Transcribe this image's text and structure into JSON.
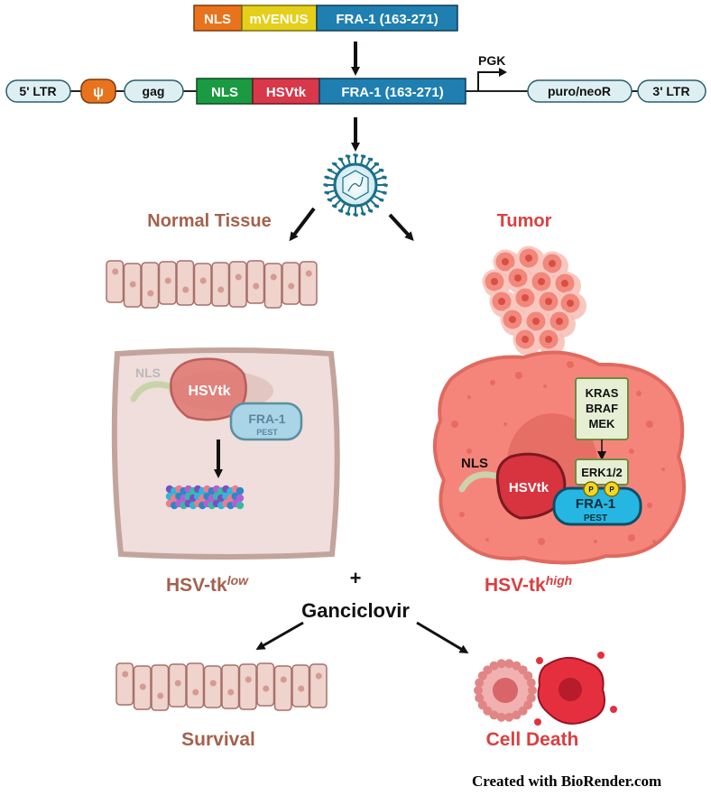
{
  "construct_top": {
    "nls": "NLS",
    "mvenus": "mVENUS",
    "fra1": "FRA-1 (163-271)"
  },
  "construct_vector": {
    "ltr5": "5' LTR",
    "psi": "ψ",
    "gag": "gag",
    "nls": "NLS",
    "hsvtk": "HSVtk",
    "fra1": "FRA-1 (163-271)",
    "promoter": "PGK",
    "selection": "puro/neoR",
    "ltr3": "3' LTR"
  },
  "branches": {
    "normal_title": "Normal  Tissue",
    "tumor_title": "Tumor"
  },
  "normal_cell": {
    "nls": "NLS",
    "hsvtk": "HSVtk",
    "fra1": "FRA-1",
    "pest": "PEST",
    "result_base": "HSV-tk",
    "result_sup": "low"
  },
  "tumor_cell": {
    "nls": "NLS",
    "kras": "KRAS",
    "braf": "BRAF",
    "mek": "MEK",
    "erk": "ERK1/2",
    "p": "P",
    "hsvtk": "HSVtk",
    "fra1": "FRA-1",
    "pest": "PEST",
    "result_base": "HSV-tk",
    "result_sup": "high"
  },
  "treatment": {
    "plus": "+",
    "drug": "Ganciclovir"
  },
  "outcomes": {
    "survival": "Survival",
    "death": "Cell Death"
  },
  "credit": "Created with BioRender.com",
  "colors": {
    "nls_orange": "#e8731c",
    "mvenus_yellow": "#e4cf1a",
    "fra_blue": "#1f7fb0",
    "nls_green": "#1a9b42",
    "hsvtk_red": "#d8384a",
    "tissue_brown": "#a4614d",
    "tumor_red": "#d94040",
    "cell_pink": "#f5857a"
  }
}
